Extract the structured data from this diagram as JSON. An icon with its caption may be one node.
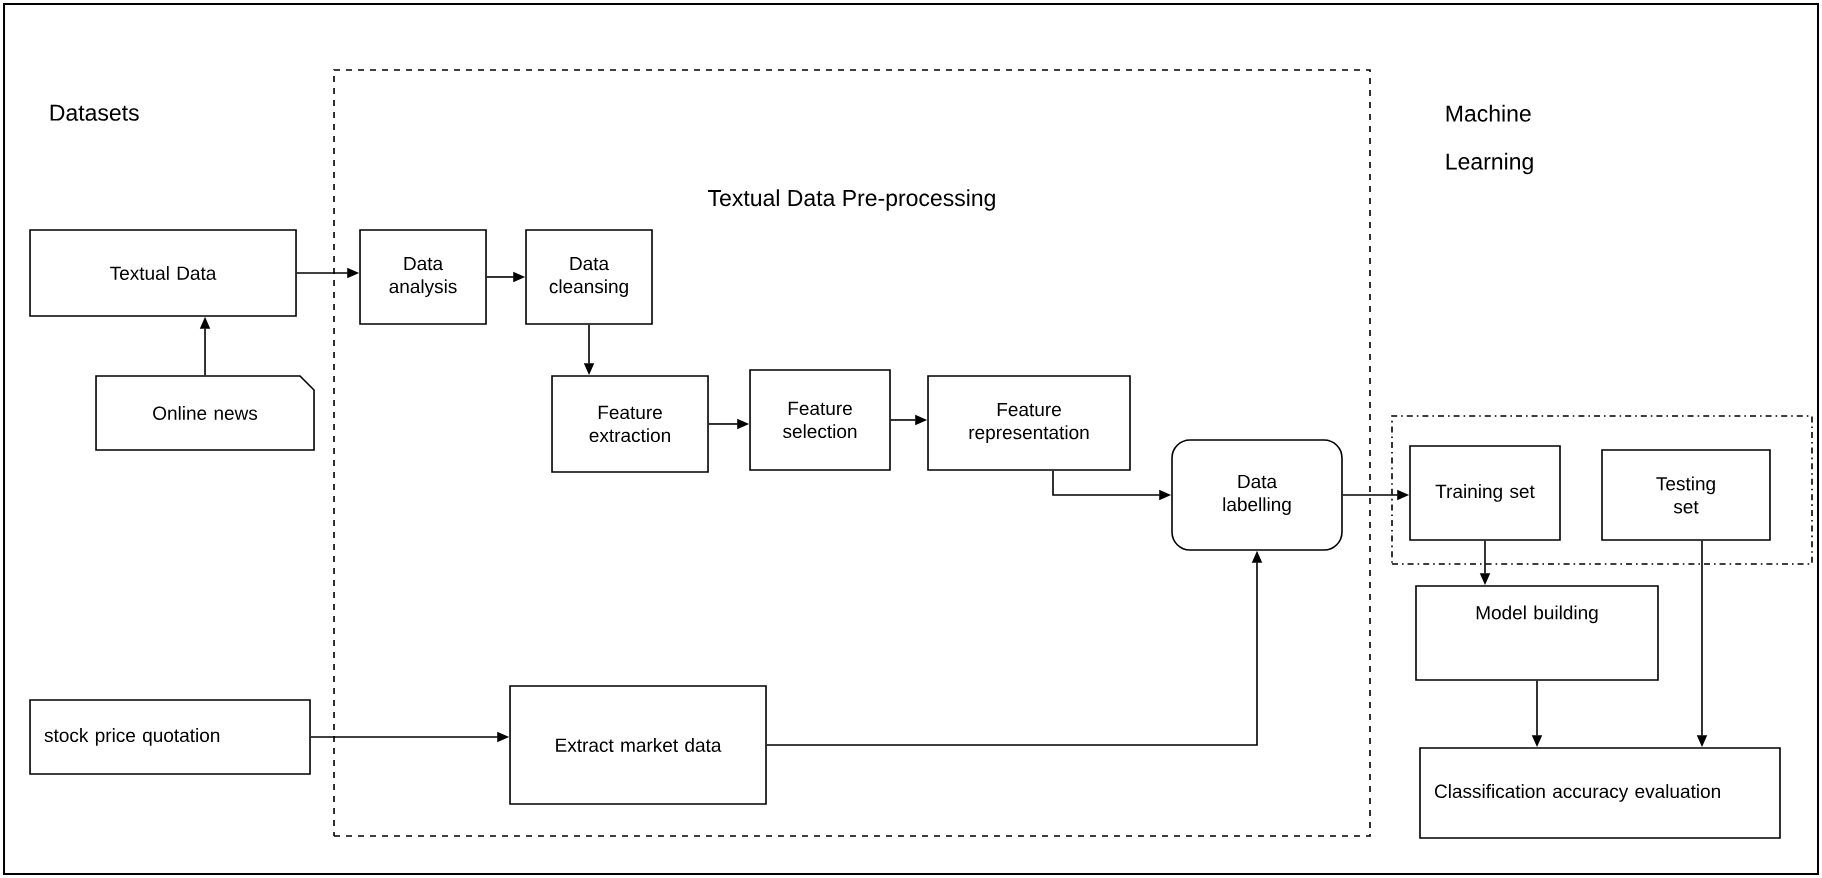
{
  "diagram": {
    "nodes": [
      {
        "text": [
          "Textual Data"
        ]
      },
      {
        "text": [
          "Online news"
        ]
      },
      {
        "text": [
          "Textual Data Pre-processing"
        ]
      },
      {
        "text": [
          "Data analysis"
        ],
        "in": 2
      },
      {
        "text": [
          "Data cleansing"
        ],
        "in": 2
      },
      {
        "text": [
          "Feature extraction"
        ],
        "in": 2
      },
      {
        "text": [
          "Feature selection"
        ],
        "in": 2
      },
      {
        "text": [
          "Feature representation"
        ],
        "in": 2
      },
      {
        "text": [
          "Data labelling"
        ],
        "in": 2
      },
      {
        "text": [
          "stock price quotation"
        ]
      },
      {
        "text": [
          "Extract market data"
        ],
        "in": 2
      },
      {
        "text": [],
        "shape": "box"
      },
      {
        "text": [
          "Training set"
        ],
        "in": 11
      },
      {
        "text": [
          "Testing set"
        ],
        "in": 11
      },
      {
        "text": [
          "Model building"
        ]
      },
      {
        "text": [
          "Classification accuracy evaluation"
        ]
      }
    ],
    "edges": [
      {
        "from": 1,
        "to": 0,
        "arrow": "to"
      },
      {
        "from": 0,
        "to": 3,
        "arrow": "to"
      },
      {
        "from": 3,
        "to": 4,
        "arrow": "to"
      },
      {
        "from": 4,
        "to": 5,
        "arrow": "to"
      },
      {
        "from": 5,
        "to": 6,
        "arrow": "to"
      },
      {
        "from": 6,
        "to": 7,
        "arrow": "to"
      },
      {
        "from": 7,
        "to": 8,
        "arrow": "to"
      },
      {
        "from": 9,
        "to": 10,
        "arrow": "to"
      },
      {
        "from": 10,
        "to": 8,
        "arrow": "to"
      },
      {
        "from": 8,
        "to": 12,
        "arrow": "to"
      },
      {
        "from": 12,
        "to": 14,
        "arrow": "to"
      },
      {
        "from": 14,
        "to": 15,
        "arrow": "to"
      },
      {
        "from": 13,
        "to": 15,
        "arrow": "to"
      }
    ],
    "labels": [
      "Datasets",
      "Machine Learning"
    ]
  }
}
